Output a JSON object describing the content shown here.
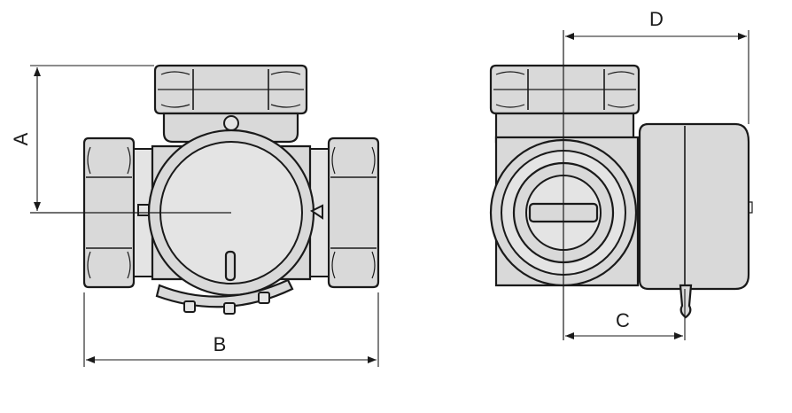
{
  "labels": {
    "a": "A",
    "b": "B",
    "c": "C",
    "d": "D"
  },
  "colors": {
    "fill": "#d9d9d9",
    "stroke": "#1a1a1a",
    "background": "#ffffff"
  }
}
